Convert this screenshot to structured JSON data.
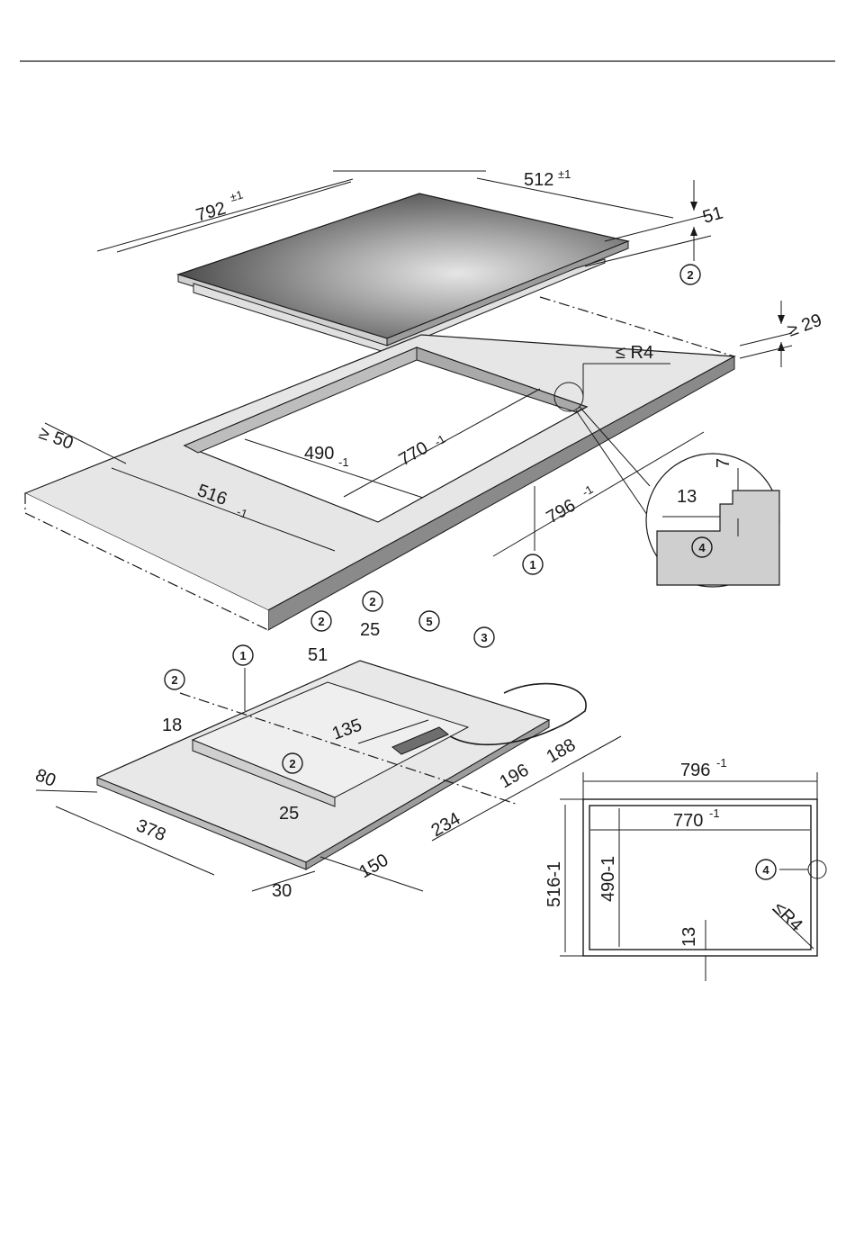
{
  "hob": {
    "width": "792",
    "width_tol": "±1",
    "depth": "512",
    "depth_tol": "±1",
    "height": "51",
    "callout": "2"
  },
  "worktop": {
    "min_thickness": "≥ 29",
    "min_front_gap": "≥ 50",
    "radius": "≤ R4",
    "cutout_width": "770",
    "cutout_width_tol": "-1",
    "cutout_depth": "490",
    "cutout_depth_tol": "-1",
    "rebate_depth": "516",
    "rebate_depth_tol": "-1",
    "rebate_width": "796",
    "rebate_width_tol": "-1",
    "callout_1": "1"
  },
  "detail": {
    "step_width": "13",
    "step_height": "7",
    "callout": "4"
  },
  "underside": {
    "labels": [
      "2",
      "25",
      "2",
      "51",
      "5",
      "3",
      "1",
      "2",
      "18",
      "135",
      "80",
      "188",
      "196",
      "2",
      "25",
      "234",
      "378",
      "150",
      "30"
    ]
  },
  "plan": {
    "outer_width": "796",
    "outer_width_tol": "-1",
    "inner_width": "770",
    "inner_width_tol": "-1",
    "outer_depth": "516-1",
    "inner_depth": "490-1",
    "rebate": "13",
    "radius": "≤R4",
    "callout": "4"
  },
  "colors": {
    "ink": "#1a1a1a",
    "glass_dark": "#2b2b2b",
    "glass_light": "#d9d9d9",
    "worktop": "#e3e3e3",
    "frame": "#c8c8c8"
  }
}
